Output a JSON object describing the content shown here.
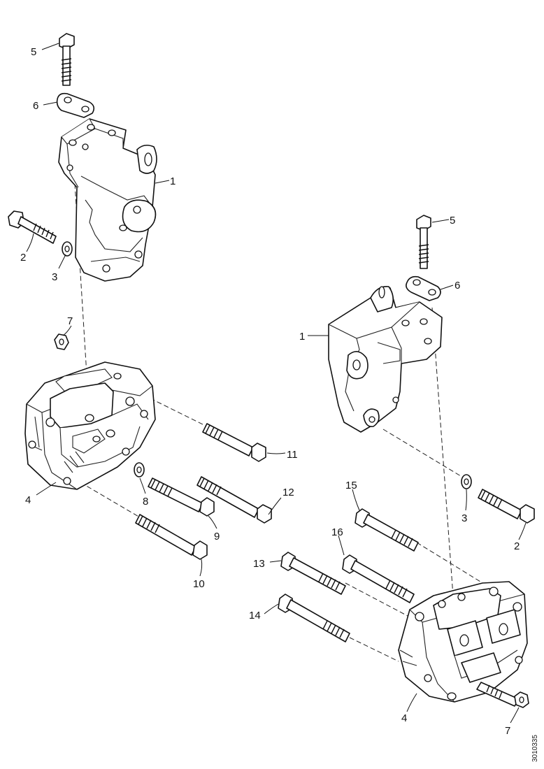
{
  "reference_code": "3010335",
  "left_assembly": {
    "callouts": [
      "5",
      "6",
      "1",
      "2",
      "3",
      "7",
      "4",
      "8",
      "9",
      "10",
      "11",
      "12"
    ]
  },
  "right_assembly": {
    "callouts": [
      "5",
      "6",
      "1",
      "3",
      "2",
      "15",
      "16",
      "13",
      "14",
      "4",
      "7"
    ]
  }
}
